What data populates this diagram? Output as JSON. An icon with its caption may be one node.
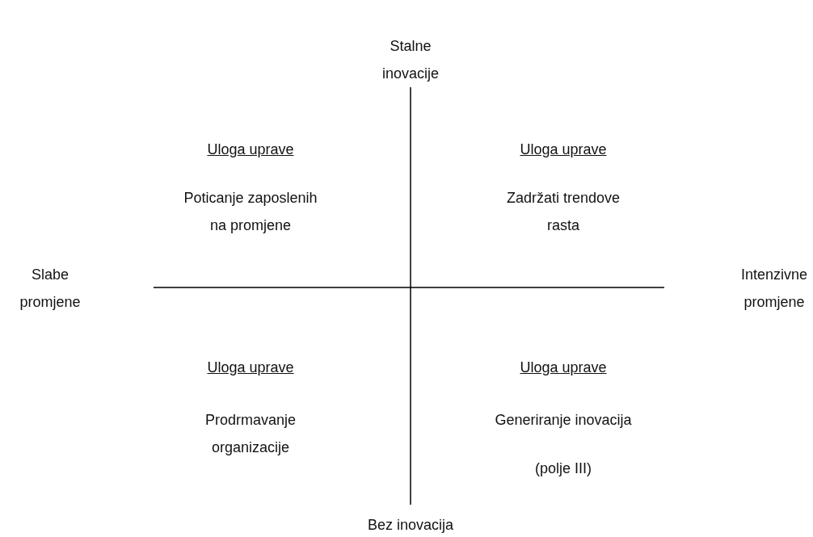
{
  "diagram": {
    "labels": [
      "Stalne inovacije",
      "Uloga uprave",
      "Uloga uprave",
      "Poticanje zaposlenih na promjene",
      "Zadržati trendove rasta",
      "Slabe promjene",
      "Intenzivne promjene",
      "Uloga uprave",
      "Uloga uprave",
      "Prodrmavanje organizacije",
      "Generiranje inovacija",
      "(polje III)",
      "Bez inovacija"
    ]
  }
}
